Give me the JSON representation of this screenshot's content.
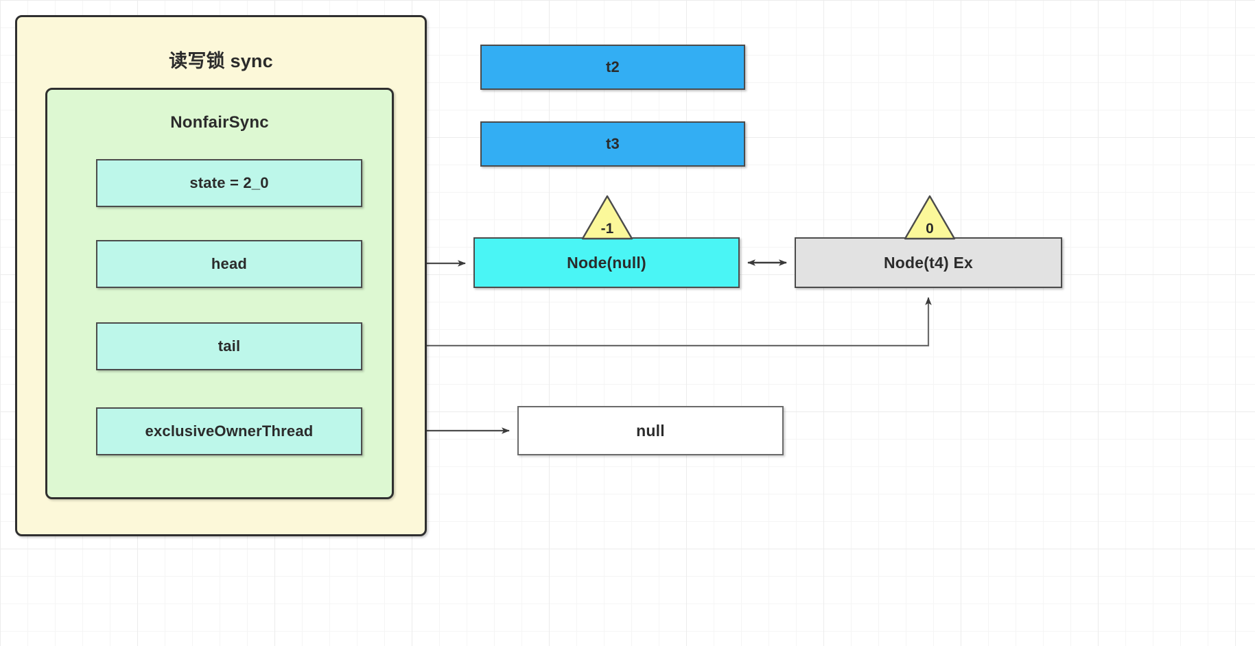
{
  "diagram": {
    "title": "读写锁 sync",
    "outer_container": {
      "label": "读写锁 sync",
      "fill": "#FCF8D9",
      "stroke": "#2F2F2F"
    },
    "inner_container": {
      "label": "NonfairSync",
      "fill": "#DDF8D2",
      "stroke": "#2F2F2F"
    },
    "fields": [
      {
        "name": "state",
        "label": "state = 2_0",
        "fill": "#BDF7EA"
      },
      {
        "name": "head",
        "label": "head",
        "fill": "#BDF7EA"
      },
      {
        "name": "tail",
        "label": "tail",
        "fill": "#BDF7EA"
      },
      {
        "name": "exclusiveOwnerThread",
        "label": "exclusiveOwnerThread",
        "fill": "#BDF7EA"
      }
    ],
    "threads": [
      {
        "label": "t2",
        "fill": "#33AEF3"
      },
      {
        "label": "t3",
        "fill": "#33AEF3"
      }
    ],
    "nodes": [
      {
        "label": "Node(null)",
        "waitstatus": "-1",
        "fill": "#4AF5F5"
      },
      {
        "label": "Node(t4) Ex",
        "waitstatus": "0",
        "fill": "#E2E2E2"
      }
    ],
    "owner_value": {
      "label": "null",
      "fill": "#FFFFFF"
    },
    "waitstatus_fill": "#FBF89A",
    "edges": [
      {
        "from": "head",
        "to": "Node(null)",
        "type": "arrow"
      },
      {
        "from": "Node(null)",
        "to": "Node(t4) Ex",
        "type": "double-arrow"
      },
      {
        "from": "tail",
        "to": "Node(t4) Ex",
        "type": "arrow"
      },
      {
        "from": "exclusiveOwnerThread",
        "to": "null",
        "type": "arrow"
      }
    ]
  }
}
